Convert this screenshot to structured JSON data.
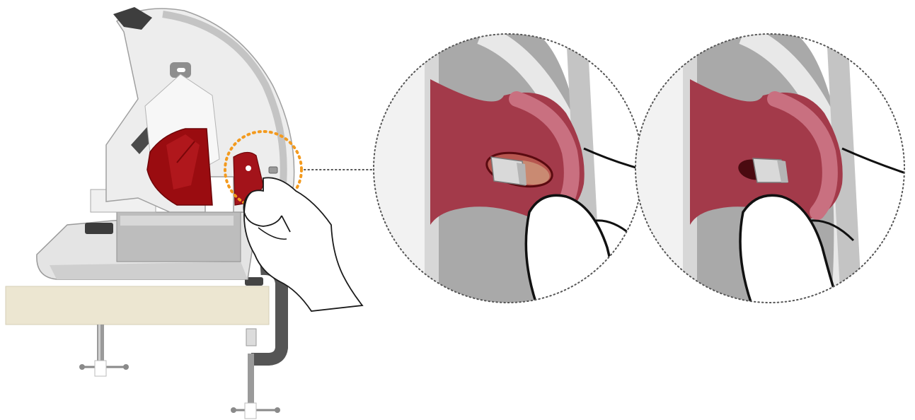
{
  "image": {
    "kind": "instruction-illustration",
    "text_labels": []
  },
  "colors": {
    "background": "#ffffff",
    "machine_body": "#e6e6e6",
    "machine_shadow": "#bdbdbd",
    "machine_dark": "#4a4a4a",
    "blade_guard_red": "#9a0c10",
    "detail_red": "#a33a4a",
    "detail_red_highlight": "#c97080",
    "highlight_ring": "#f39a1e",
    "table_top": "#ece6d1",
    "clamp": "#555555",
    "connector_dots": "#555555"
  },
  "icons": [
    "miter-saw-icon",
    "hand-icon",
    "clamp-icon",
    "lock-pin-icon"
  ],
  "details": [
    {
      "id": "detail-pin-pressed",
      "state": "pin pushed in"
    },
    {
      "id": "detail-pin-released",
      "state": "pin protruding"
    }
  ]
}
